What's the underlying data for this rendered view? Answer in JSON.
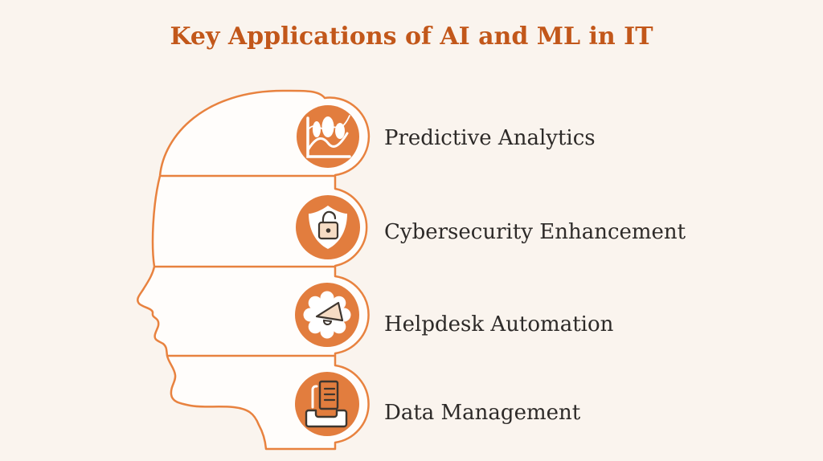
{
  "title": "Key Applications of AI and ML in IT",
  "items": [
    {
      "label": "Predictive Analytics",
      "icon": "line-chart-icon"
    },
    {
      "label": "Cybersecurity Enhancement",
      "icon": "shield-lock-icon"
    },
    {
      "label": "Helpdesk Automation",
      "icon": "gear-megaphone-icon"
    },
    {
      "label": "Data Management",
      "icon": "document-inbox-icon"
    }
  ],
  "colors": {
    "background": "#faf4ee",
    "head_fill": "#fffdfb",
    "accent_orange": "#e27d3e",
    "outline_orange": "#e8823f",
    "title_color": "#c2571a",
    "label_color": "#2d2a28",
    "icon_detail_dark": "#3e362f",
    "icon_detail_peach": "#f6dcc4"
  }
}
